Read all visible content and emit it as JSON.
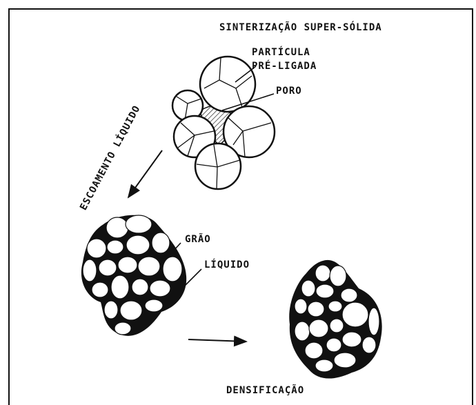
{
  "labels": {
    "title": "SINTERIZAÇÃO SUPER-SÓLIDA",
    "particle_line1": "PARTÍCULA",
    "particle_line2": "PRÉ-LIGADA",
    "pore": "PORO",
    "liquid_flow": "ESCOAMENTO LÍQUIDO",
    "grain": "GRÃO",
    "liquid": "LÍQUIDO",
    "densification": "DENSIFICAÇÃO"
  }
}
